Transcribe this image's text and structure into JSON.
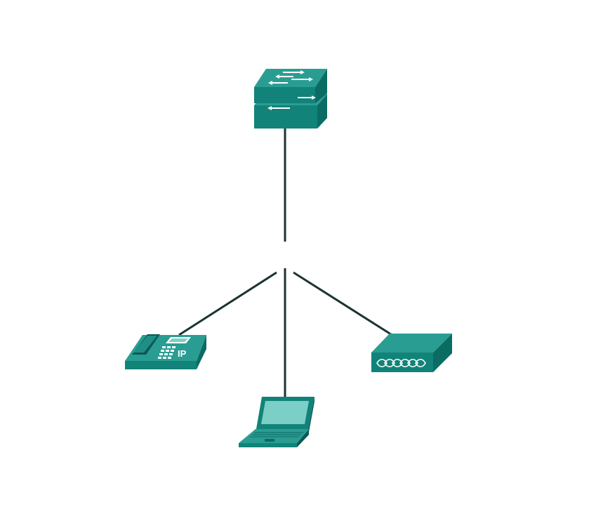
{
  "diagram": {
    "devices": [
      {
        "id": "switch",
        "icon": "stacked-switch-icon"
      },
      {
        "id": "ip-phone",
        "icon": "ip-phone-icon",
        "label": "IP"
      },
      {
        "id": "laptop",
        "icon": "laptop-icon"
      },
      {
        "id": "hub",
        "icon": "hub-icon"
      }
    ],
    "links": [
      {
        "from": "switch",
        "to": "ip-phone"
      },
      {
        "from": "switch",
        "to": "laptop"
      },
      {
        "from": "switch",
        "to": "hub"
      }
    ],
    "colors": {
      "device_top": "#2a9d93",
      "device_front": "#118379",
      "device_side": "#0b6c64",
      "device_dark": "#075b54",
      "link": "#1c3333",
      "glyph": "#ffffff",
      "screen": "#7ccfc6"
    }
  }
}
